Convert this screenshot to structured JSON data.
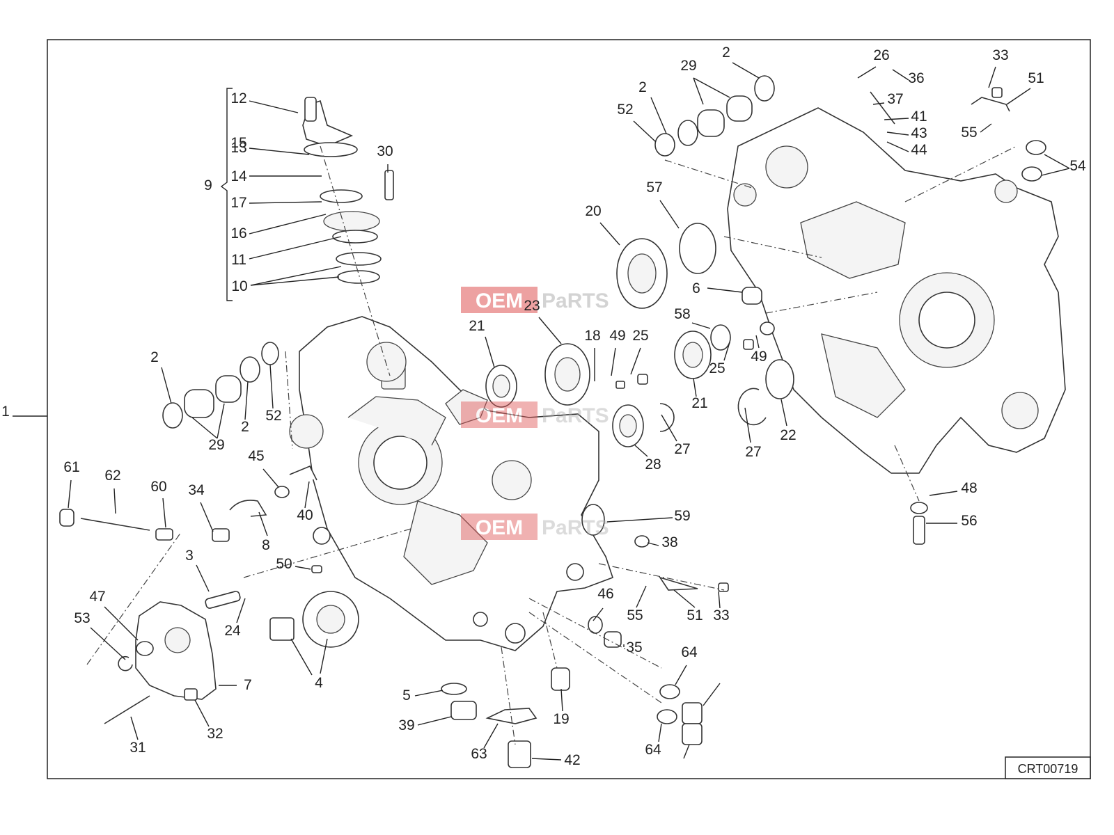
{
  "diagram": {
    "reference_code": "CRT00719",
    "watermark": {
      "left": "OEM",
      "right": "PaRTS"
    },
    "callouts": [
      "1",
      "2",
      "3",
      "4",
      "5",
      "6",
      "7",
      "8",
      "9",
      "10",
      "11",
      "12",
      "13",
      "14",
      "15",
      "16",
      "17",
      "18",
      "19",
      "20",
      "21",
      "22",
      "23",
      "24",
      "25",
      "26",
      "27",
      "28",
      "29",
      "30",
      "31",
      "32",
      "33",
      "34",
      "35",
      "36",
      "37",
      "38",
      "39",
      "40",
      "41",
      "42",
      "43",
      "44",
      "45",
      "46",
      "47",
      "48",
      "49",
      "50",
      "51",
      "52",
      "53",
      "54",
      "55",
      "56",
      "57",
      "58",
      "59",
      "60",
      "61",
      "62",
      "63",
      "64"
    ]
  }
}
